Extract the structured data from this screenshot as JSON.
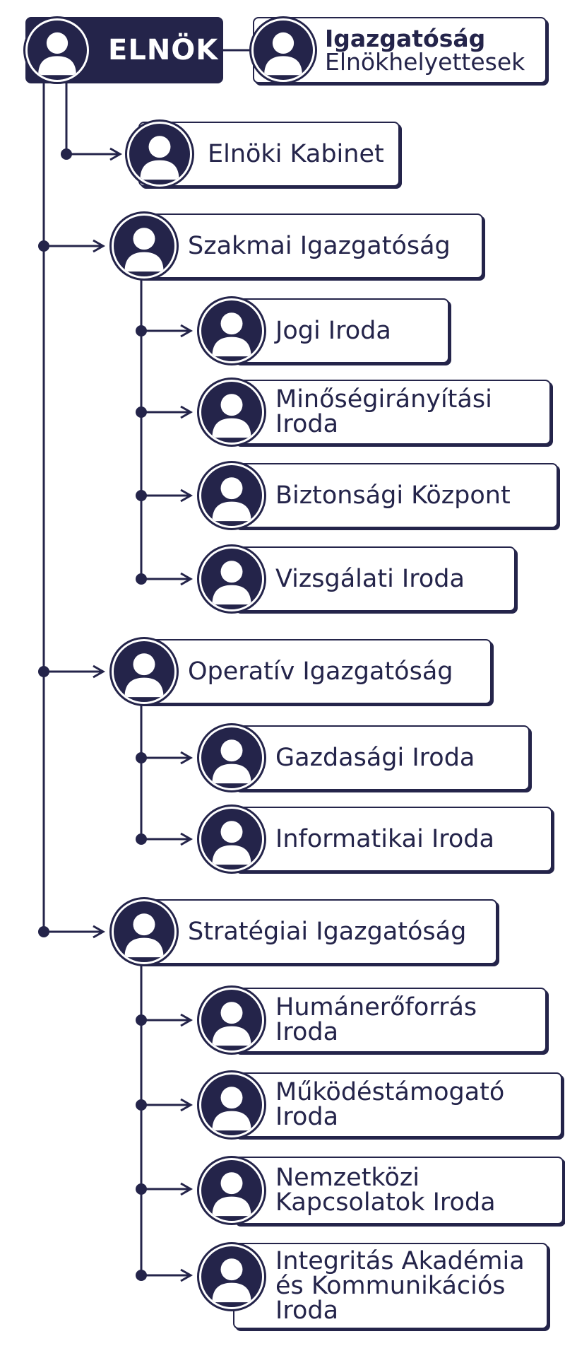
{
  "colors": {
    "navy": "#24244a",
    "white": "#ffffff"
  },
  "icons": {
    "avatar": "person-avatar-icon",
    "arrow": "right-arrow-icon"
  },
  "root": {
    "label": "ELNÖK"
  },
  "deputy": {
    "line1": "Igazgatóság",
    "line2": "Elnökhelyettesek"
  },
  "cabinet": {
    "label": "Elnöki Kabinet"
  },
  "directorates": [
    {
      "label": "Szakmai Igazgatóság",
      "offices": [
        {
          "label": "Jogi Iroda"
        },
        {
          "label": "Minőségirányítási\nIroda"
        },
        {
          "label": "Biztonsági Központ"
        },
        {
          "label": "Vizsgálati Iroda"
        }
      ]
    },
    {
      "label": "Operatív Igazgatóság",
      "offices": [
        {
          "label": "Gazdasági Iroda"
        },
        {
          "label": "Informatikai Iroda"
        }
      ]
    },
    {
      "label": "Stratégiai Igazgatóság",
      "offices": [
        {
          "label": "Humánerőforrás\nIroda"
        },
        {
          "label": "Működéstámogató\nIroda"
        },
        {
          "label": "Nemzetközi\nKapcsolatok Iroda"
        },
        {
          "label": "Integritás Akadémia\nés Kommunikációs\nIroda"
        }
      ]
    }
  ]
}
